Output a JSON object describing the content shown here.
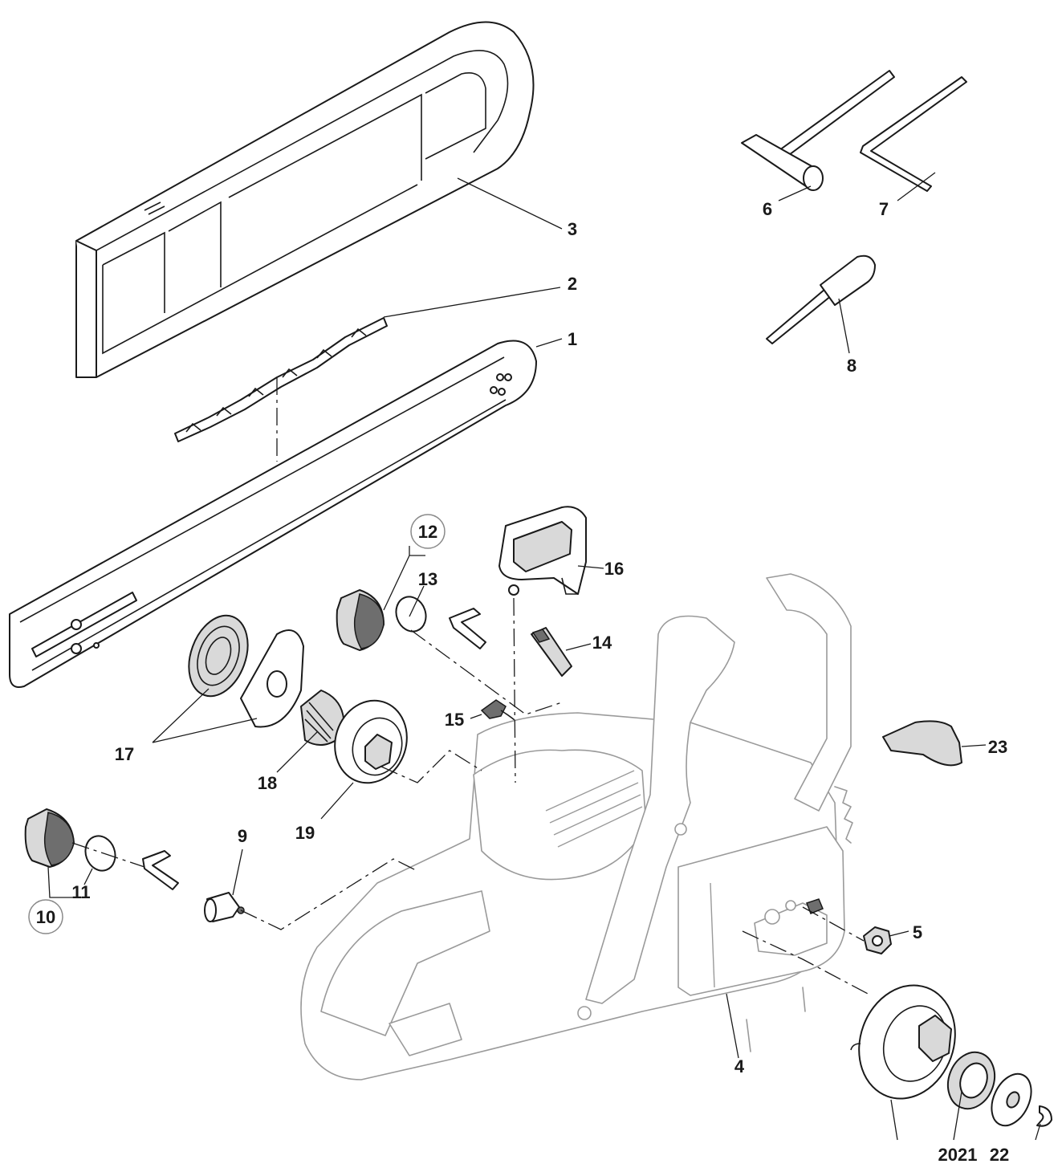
{
  "callouts": {
    "c1": "1",
    "c2": "2",
    "c3": "3",
    "c4": "4",
    "c5": "5",
    "c6": "6",
    "c7": "7",
    "c8": "8",
    "c9": "9",
    "c10": "10",
    "c11": "11",
    "c12": "12",
    "c13": "13",
    "c14": "14",
    "c15": "15",
    "c16": "16",
    "c17": "17",
    "c18": "18",
    "c19": "19",
    "c20_21": "2021",
    "c22": "22",
    "c23": "23"
  },
  "colors": {
    "ink": "#1a1a1a",
    "faint": "#9a9a9a",
    "fill": "#ffffff"
  }
}
